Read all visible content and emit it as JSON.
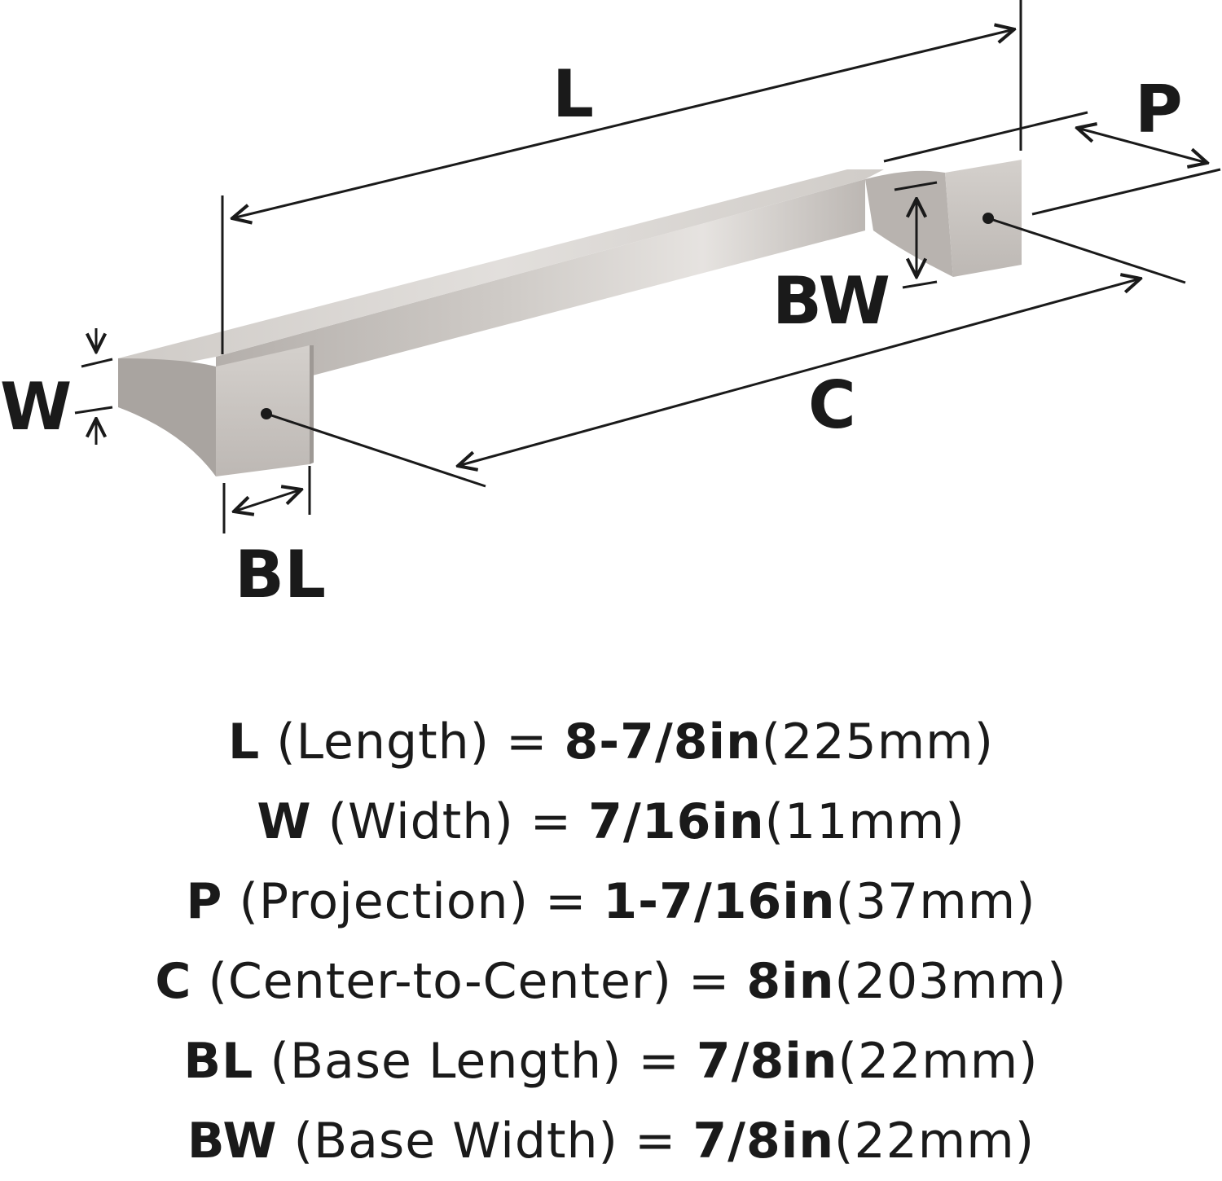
{
  "diagram": {
    "labels": {
      "L": "L",
      "P": "P",
      "BW": "BW",
      "W": "W",
      "C": "C",
      "BL": "BL"
    }
  },
  "colors": {
    "metal_light": "#d8d5d2",
    "metal_mid": "#bdb9b5",
    "metal_dark": "#9a9591",
    "line": "#1a1a1a"
  },
  "specs": [
    {
      "code": "L",
      "desc": "(Length) = ",
      "imperial": "8-7/8in",
      "metric": "(225mm)"
    },
    {
      "code": "W",
      "desc": "(Width) = ",
      "imperial": "7/16in",
      "metric": "(11mm)"
    },
    {
      "code": "P",
      "desc": "(Projection) = ",
      "imperial": "1-7/16in",
      "metric": "(37mm)"
    },
    {
      "code": "C",
      "desc": "(Center-to-Center) = ",
      "imperial": "8in",
      "metric": "(203mm)"
    },
    {
      "code": "BL",
      "desc": "(Base Length) = ",
      "imperial": "7/8in",
      "metric": "(22mm)"
    },
    {
      "code": "BW",
      "desc": "(Base Width) = ",
      "imperial": "7/8in",
      "metric": "(22mm)"
    }
  ]
}
